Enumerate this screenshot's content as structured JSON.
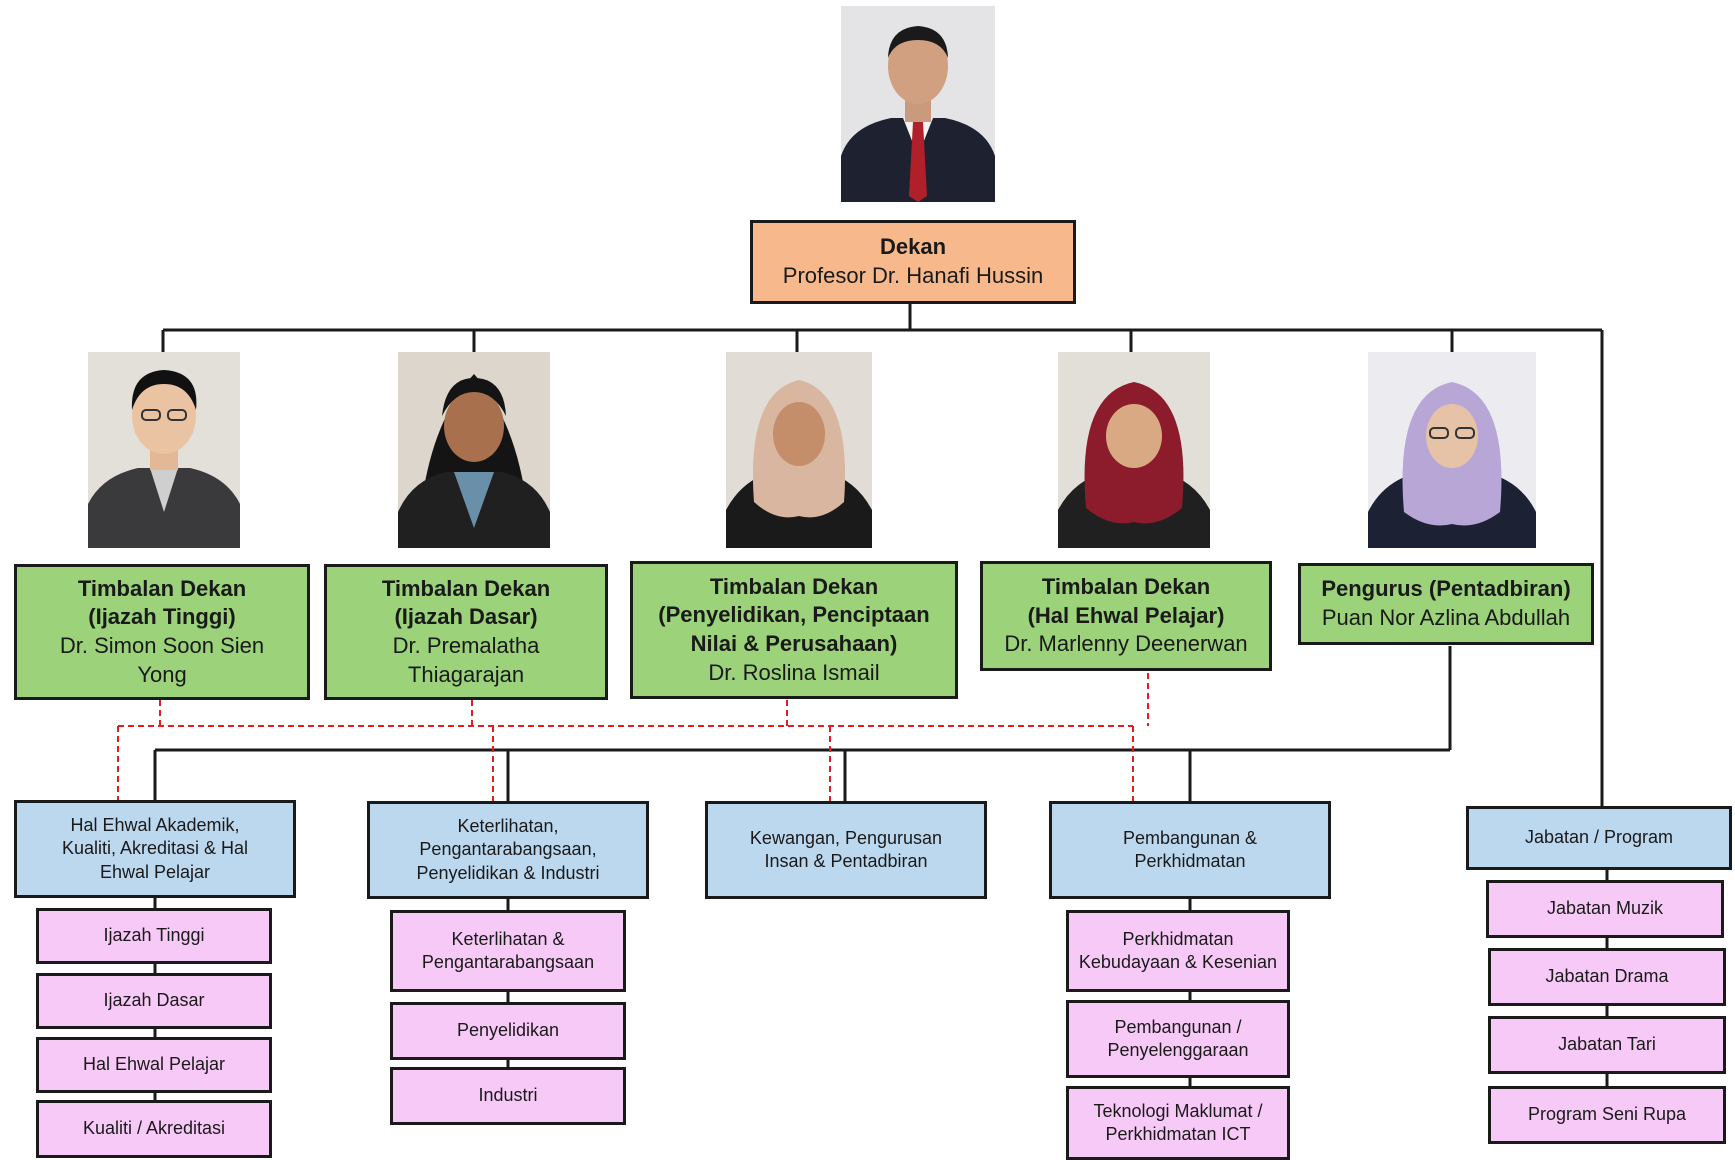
{
  "dean": {
    "title": "Dekan",
    "name": "Profesor Dr. Hanafi Hussin"
  },
  "deputies": [
    {
      "title_line1": "Timbalan Dekan",
      "title_line2": "(Ijazah Tinggi)",
      "title_line3": "",
      "name_line1": "Dr. Simon Soon Sien",
      "name_line2": "Yong"
    },
    {
      "title_line1": "Timbalan Dekan",
      "title_line2": "(Ijazah Dasar)",
      "title_line3": "",
      "name_line1": "Dr. Premalatha",
      "name_line2": "Thiagarajan"
    },
    {
      "title_line1": "Timbalan Dekan",
      "title_line2": "(Penyelidikan, Penciptaan",
      "title_line3": "Nilai & Perusahaan)",
      "name_line1": "Dr. Roslina Ismail",
      "name_line2": ""
    },
    {
      "title_line1": "Timbalan Dekan",
      "title_line2": "(Hal Ehwal Pelajar)",
      "title_line3": "",
      "name_line1": "Dr. Marlenny Deenerwan",
      "name_line2": ""
    },
    {
      "title_line1": "Pengurus (Pentadbiran)",
      "title_line2": "",
      "title_line3": "",
      "name_line1": "Puan Nor Azlina Abdullah",
      "name_line2": ""
    }
  ],
  "units": [
    {
      "label_line1": "Hal Ehwal Akademik,",
      "label_line2": "Kualiti, Akreditasi & Hal",
      "label_line3": "Ehwal Pelajar",
      "subunits": [
        {
          "line1": "Ijazah Tinggi",
          "line2": ""
        },
        {
          "line1": "Ijazah Dasar",
          "line2": ""
        },
        {
          "line1": "Hal Ehwal Pelajar",
          "line2": ""
        },
        {
          "line1": "Kualiti / Akreditasi",
          "line2": ""
        }
      ]
    },
    {
      "label_line1": "Keterlihatan,",
      "label_line2": "Pengantarabangsaan,",
      "label_line3": "Penyelidikan & Industri",
      "subunits": [
        {
          "line1": "Keterlihatan &",
          "line2": "Pengantarabangsaan"
        },
        {
          "line1": "Penyelidikan",
          "line2": ""
        },
        {
          "line1": "Industri",
          "line2": ""
        }
      ]
    },
    {
      "label_line1": "Kewangan, Pengurusan",
      "label_line2": "Insan & Pentadbiran",
      "label_line3": "",
      "subunits": []
    },
    {
      "label_line1": "Pembangunan &",
      "label_line2": "Perkhidmatan",
      "label_line3": "",
      "subunits": [
        {
          "line1": "Perkhidmatan",
          "line2": "Kebudayaan & Kesenian"
        },
        {
          "line1": "Pembangunan /",
          "line2": "Penyelenggaraan"
        },
        {
          "line1": "Teknologi Maklumat /",
          "line2": "Perkhidmatan ICT"
        }
      ]
    },
    {
      "label_line1": "Jabatan / Program",
      "label_line2": "",
      "label_line3": "",
      "subunits": [
        {
          "line1": "Jabatan Muzik",
          "line2": ""
        },
        {
          "line1": "Jabatan Drama",
          "line2": ""
        },
        {
          "line1": "Jabatan Tari",
          "line2": ""
        },
        {
          "line1": "Program Seni Rupa",
          "line2": ""
        }
      ]
    }
  ],
  "colors": {
    "dean": "#f7b98c",
    "deputy": "#9bd27a",
    "unit": "#bcd8ef",
    "subunit": "#f7c9f7",
    "dotted_line": "#e02020",
    "solid_line": "#1a1a1a"
  }
}
